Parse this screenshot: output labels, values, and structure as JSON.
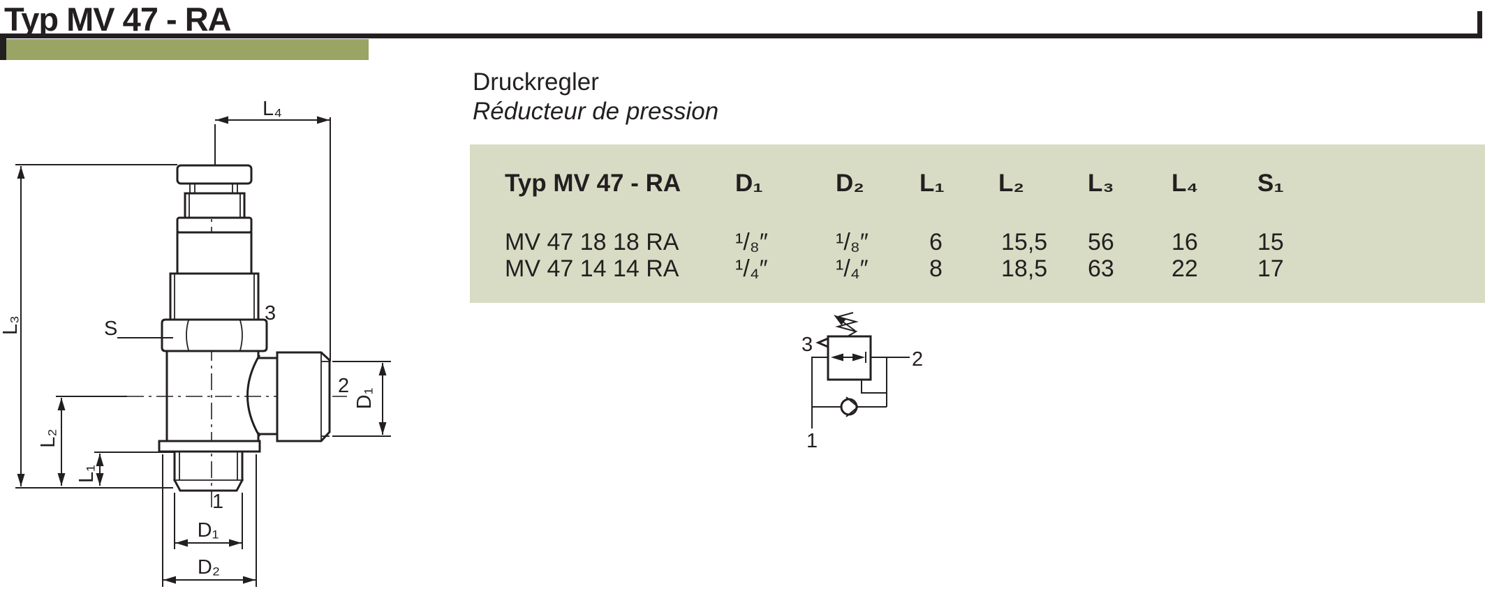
{
  "page": {
    "title": "Typ MV 47 - RA",
    "accent_color": "#9aa464",
    "panel_color": "#d8dcc4",
    "ink_color": "#231f20"
  },
  "product": {
    "name_de": "Druckregler",
    "name_fr": "Réducteur de pression"
  },
  "table": {
    "header": [
      "Typ MV 47 - RA",
      "D₁",
      "D₂",
      "L₁",
      "L₂",
      "L₃",
      "L₄",
      "S₁"
    ],
    "rows": [
      [
        "MV 47 18 18 RA",
        "¹/₈″",
        "¹/₈″",
        "6",
        "15,5",
        "56",
        "16",
        "15"
      ],
      [
        "MV 47 14 14 RA",
        "¹/₄″",
        "¹/₄″",
        "8",
        "18,5",
        "63",
        "22",
        "17"
      ]
    ]
  },
  "drawing": {
    "dim_labels": {
      "l4": "L₄",
      "l3": "L₃",
      "l2": "L₂",
      "l1": "L₁",
      "d1": "D₁",
      "d2": "D₂",
      "s": "S"
    },
    "ports": {
      "p1": "1",
      "p2": "2",
      "p3": "3"
    }
  },
  "schematic": {
    "ports": {
      "p1": "1",
      "p2": "2",
      "p3": "3"
    }
  }
}
